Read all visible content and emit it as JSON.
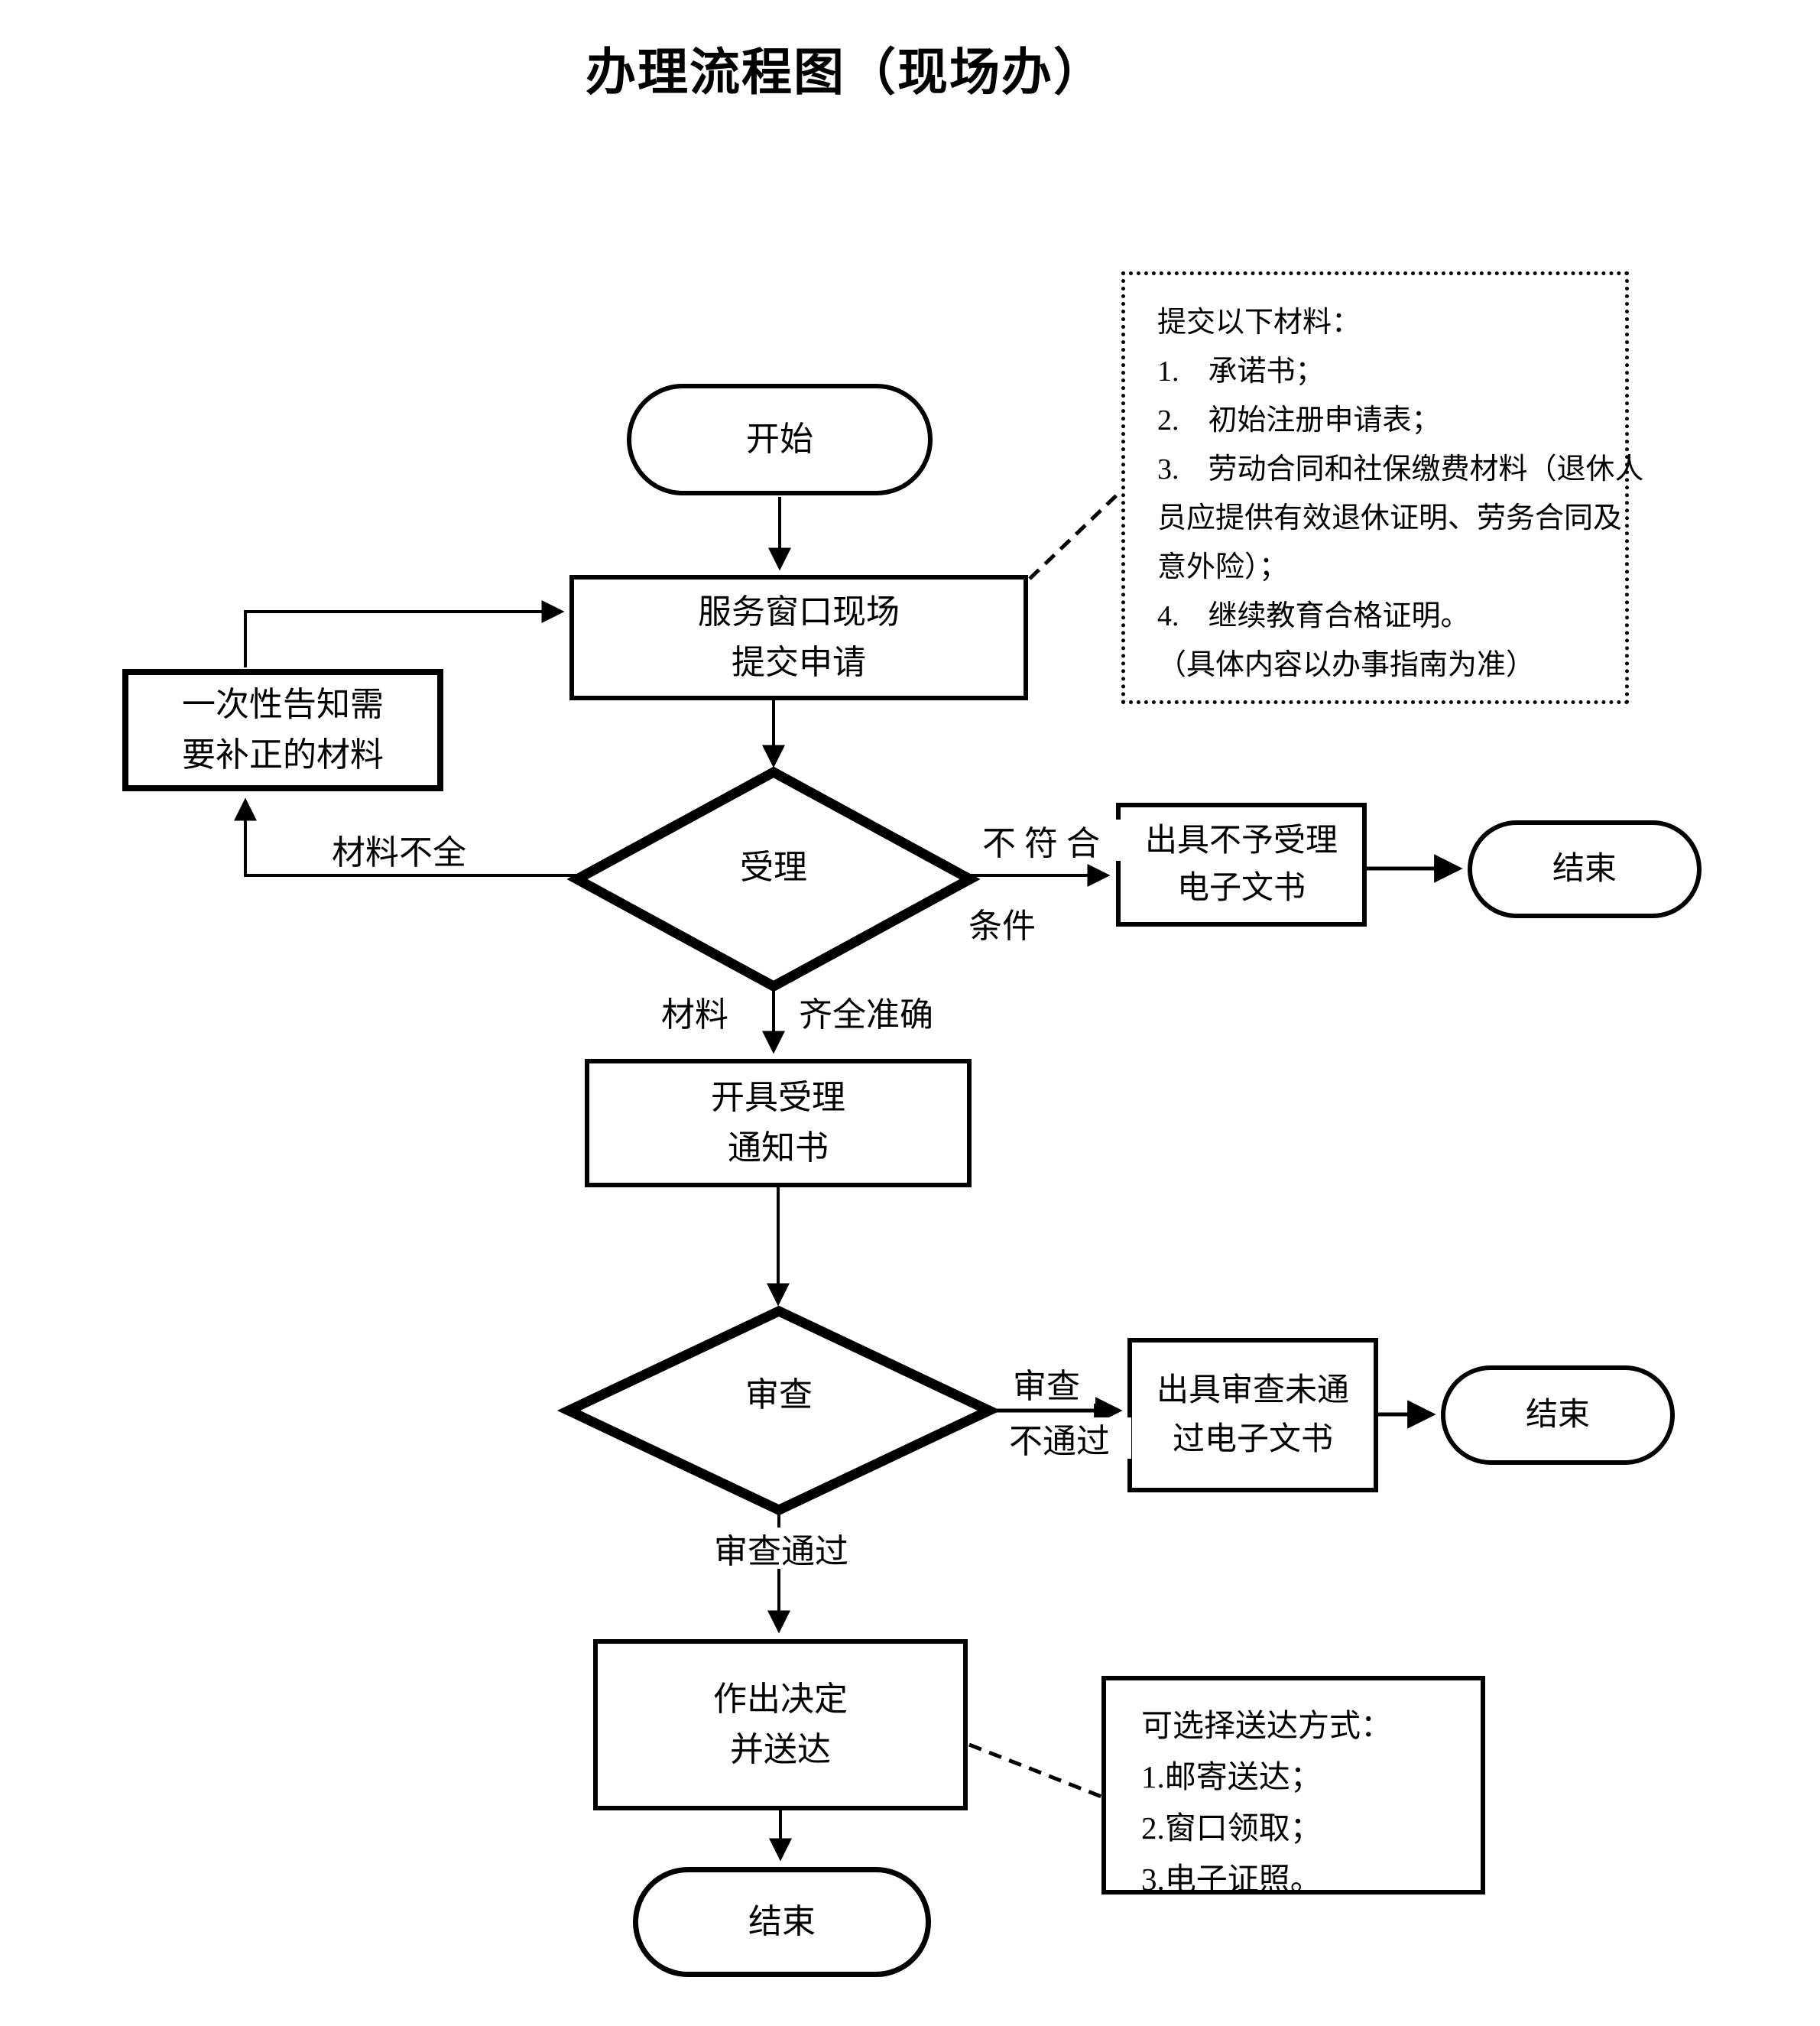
{
  "title": "办理流程图（现场办）",
  "nodes": {
    "start": {
      "label": "开始"
    },
    "submit": {
      "line1": "服务窗口现场",
      "line2": "提交申请"
    },
    "notify": {
      "line1": "一次性告知需",
      "line2": "要补正的材料"
    },
    "accept": {
      "label": "受理"
    },
    "reject_doc": {
      "line1": "出具不予受理",
      "line2": "电子文书"
    },
    "end1": {
      "label": "结束"
    },
    "issue_notice": {
      "line1": "开具受理",
      "line2": "通知书"
    },
    "review": {
      "label": "审查"
    },
    "review_fail_doc": {
      "line1": "出具审查未通",
      "line2": "过电子文书"
    },
    "end2": {
      "label": "结束"
    },
    "decide": {
      "line1": "作出决定",
      "line2": "并送达"
    },
    "end3": {
      "label": "结束"
    }
  },
  "edge_labels": {
    "incomplete": "材料不全",
    "not_meet_1": "不 符 合",
    "not_meet_2": "条件",
    "complete_1": "材料",
    "complete_2": "齐全准确",
    "review_fail_1": "审查",
    "review_fail_2": "不通过",
    "review_pass": "审查通过"
  },
  "annotations": {
    "materials": {
      "lines": [
        "提交以下材料：",
        "1.　承诺书；",
        "2.　初始注册申请表；",
        "3.　劳动合同和社保缴费材料（退休人",
        "员应提供有效退休证明、劳务合同及",
        "意外险）；",
        "4.　继续教育合格证明。",
        "（具体内容以办事指南为准）"
      ]
    },
    "delivery": {
      "lines": [
        "可选择送达方式：",
        "1.邮寄送达；",
        "2.窗口领取；",
        "3.电子证照。"
      ]
    }
  },
  "colors": {
    "ink": "#000000",
    "background": "#ffffff"
  }
}
